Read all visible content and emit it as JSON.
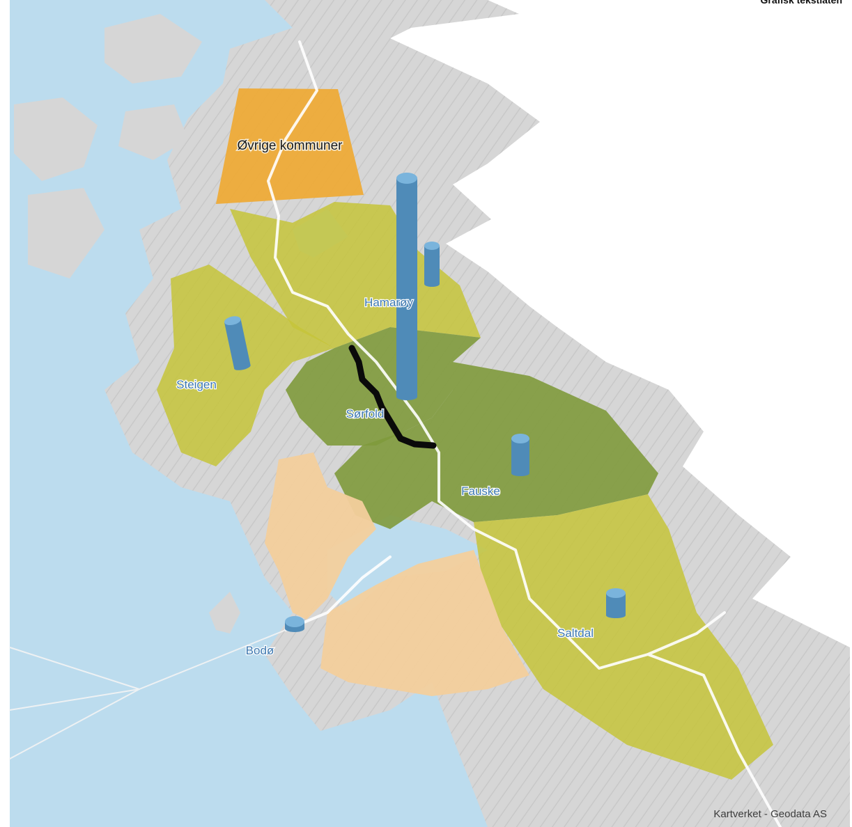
{
  "map": {
    "top_right_text": "Grafisk tekstlaten",
    "attribution": "Kartverket - Geodata AS",
    "colors": {
      "sea": "#bcdcee",
      "terrain": "#d6d6d6",
      "ridge": "#a8a8a8",
      "tier_high": "#f0a830",
      "tier_mid": "#c5c43a",
      "tier_dark": "#7f9a3c",
      "tier_low": "#f3cf9c",
      "pillar": "#4f8bb8",
      "pillar_top": "#7ab4dc",
      "route": "#0a0a0a",
      "label_blue": "#3d78b0"
    },
    "regions": [
      {
        "name": "Øvrige kommuner",
        "tier": "tier_high",
        "value": 0
      },
      {
        "name": "Hamarøy",
        "tier": "tier_mid",
        "value": 2
      },
      {
        "name": "Steigen",
        "tier": "tier_mid",
        "value": 1
      },
      {
        "name": "Sørfold",
        "tier": "tier_dark",
        "value": 5
      },
      {
        "name": "Fauske",
        "tier": "tier_dark",
        "value": 1
      },
      {
        "name": "Saltdal",
        "tier": "tier_mid",
        "value": 1
      },
      {
        "name": "Bodø",
        "tier": "tier_low",
        "value": 0
      }
    ]
  }
}
